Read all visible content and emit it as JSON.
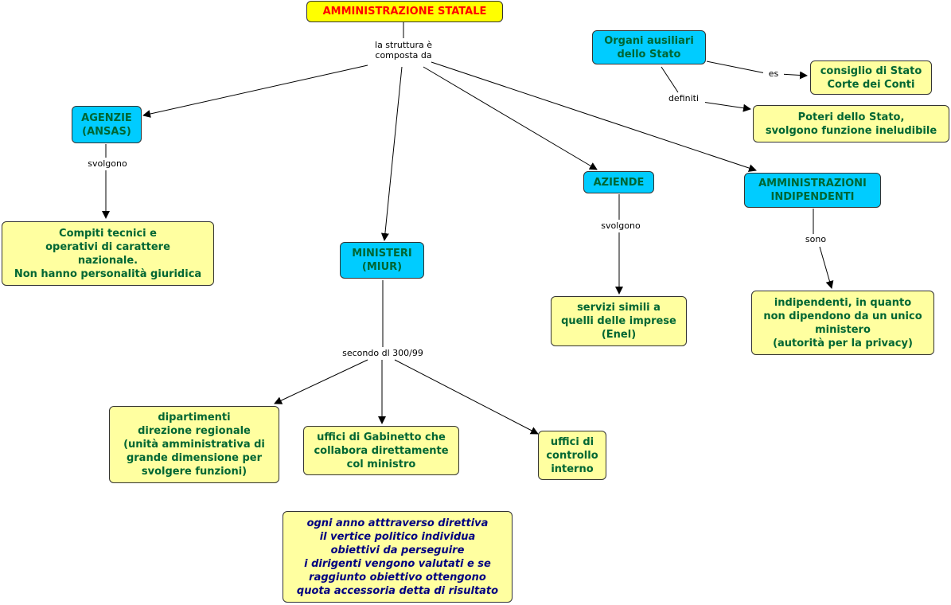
{
  "nodes": {
    "root": "AMMINISTRAZIONE STATALE",
    "organi": "Organi ausiliari\ndello Stato",
    "consiglio": "consiglio di Stato\nCorte dei Conti",
    "poteri": "Poteri dello Stato,\nsvolgono funzione ineludibile",
    "agenzie": "AGENZIE\n(ANSAS)",
    "compiti": "Compiti tecnici e\noperativi di carattere\nnazionale.\nNon hanno personalità giuridica",
    "ministeri": "MINISTERI\n(MIUR)",
    "aziende": "AZIENDE",
    "servizi": "servizi simili a\nquelli delle imprese\n(Enel)",
    "amm_indip": "AMMINISTRAZIONI\nINDIPENDENTI",
    "indipendenti": "indipendenti, in quanto\nnon dipendono da un unico\nministero\n(autorità per la privacy)",
    "dipartimenti": "dipartimenti\ndirezione regionale\n(unità amministrativa di\ngrande dimensione per\nsvolgere funzioni)",
    "uffici_gabinetto": "uffici di Gabinetto che\ncollabora direttamente\ncol ministro",
    "uffici_controllo": "uffici di\ncontrollo\ninterno",
    "nota": "ogni anno atttraverso direttiva\nil vertice politico individua\nobiettivi da perseguire\ni dirigenti vengono valutati e se\nraggiunto obiettivo ottengono\nquota accessoria detta di risultato"
  },
  "labels": {
    "struttura": "la struttura è\ncomposta da",
    "es": "es",
    "definiti": "definiti",
    "svolgono_agenzie": "svolgono",
    "svolgono_aziende": "svolgono",
    "sono": "sono",
    "secondo": "secondo dl 300/99"
  },
  "colors": {
    "title_fill": "#ffff00",
    "title_text": "#ff0000",
    "concept_fill": "#ffffa0",
    "category_fill": "#00ccff",
    "concept_text": "#006633",
    "note_text": "#000080"
  }
}
